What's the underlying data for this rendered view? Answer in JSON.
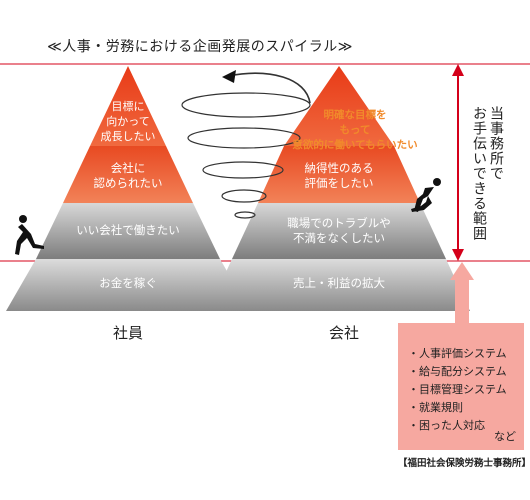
{
  "title": "≪人事・労務における企画発展のスパイラル≫",
  "left_pyramid": {
    "label": "社員",
    "levels": [
      "目標に 向かって 成長したい",
      "会社に 認められたい",
      "いい会社で働きたい",
      "お金を稼ぐ"
    ]
  },
  "right_pyramid": {
    "label": "会社",
    "levels": [
      "納得性のある 評価をしたい",
      "職場でのトラブルや 不満をなくしたい",
      "売上・利益の拡大"
    ]
  },
  "orange_note": [
    "明確な目標を",
    "もって",
    "意欲的に働いてもらいたい"
  ],
  "side_text": [
    "当事務所で",
    "お手伝いできる範囲"
  ],
  "services": [
    "・人事評価システム",
    "・給与配分システム",
    "・目標管理システム",
    "・就業規則",
    "・困った人対応"
  ],
  "services_etc": "など",
  "footer": "【福田社会保険労務士事務所】",
  "colors": {
    "red_top": "#e43b1c",
    "red_mid": "#ee6a3c",
    "gray_light": "#c6c6c6",
    "gray_dark": "#7a7a7a",
    "note_orange": "#f18a2b",
    "box_pink": "#f6a8a0",
    "guide_red": "#d4001a"
  }
}
